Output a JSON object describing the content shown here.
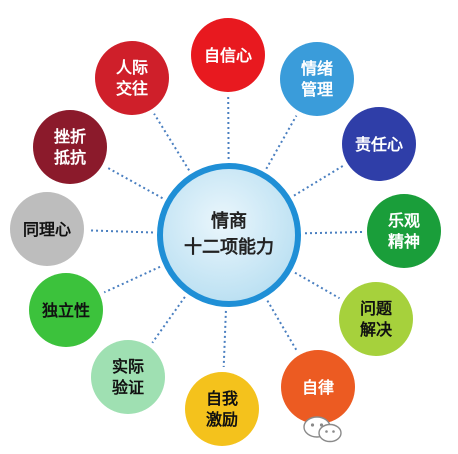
{
  "center": {
    "label": "情商\n十二项能力",
    "fill": "#bfe2f3",
    "border": "#1f8fd6"
  },
  "link_color": "#4a7fc0",
  "nodes": [
    {
      "key": "self-confidence",
      "label": "自信心",
      "fill": "#e8191f",
      "text_color": "#ffffff"
    },
    {
      "key": "emotion-management",
      "label": "情绪\n管理",
      "fill": "#3a9cda",
      "text_color": "#ffffff"
    },
    {
      "key": "responsibility",
      "label": "责任心",
      "fill": "#2f3ea8",
      "text_color": "#ffffff"
    },
    {
      "key": "optimism",
      "label": "乐观\n精神",
      "fill": "#1a9e3a",
      "text_color": "#ffffff"
    },
    {
      "key": "problem-solving",
      "label": "问题\n解决",
      "fill": "#a6d13c",
      "text_color": "#111111"
    },
    {
      "key": "self-discipline",
      "label": "自律",
      "fill": "#ec5b22",
      "text_color": "#ffffff"
    },
    {
      "key": "self-motivation",
      "label": "自我\n激励",
      "fill": "#f4c21c",
      "text_color": "#111111"
    },
    {
      "key": "practice-verification",
      "label": "实际\n验证",
      "fill": "#9fe0b2",
      "text_color": "#111111"
    },
    {
      "key": "independence",
      "label": "独立性",
      "fill": "#3cc23c",
      "text_color": "#111111"
    },
    {
      "key": "empathy",
      "label": "同理心",
      "fill": "#bdbdbd",
      "text_color": "#111111"
    },
    {
      "key": "frustration-resistance",
      "label": "挫折\n抵抗",
      "fill": "#8b1a2b",
      "text_color": "#ffffff"
    },
    {
      "key": "interpersonal",
      "label": "人际\n交往",
      "fill": "#cf1f2a",
      "text_color": "#ffffff"
    }
  ],
  "icons": {
    "watermark": "wechat-icon"
  }
}
